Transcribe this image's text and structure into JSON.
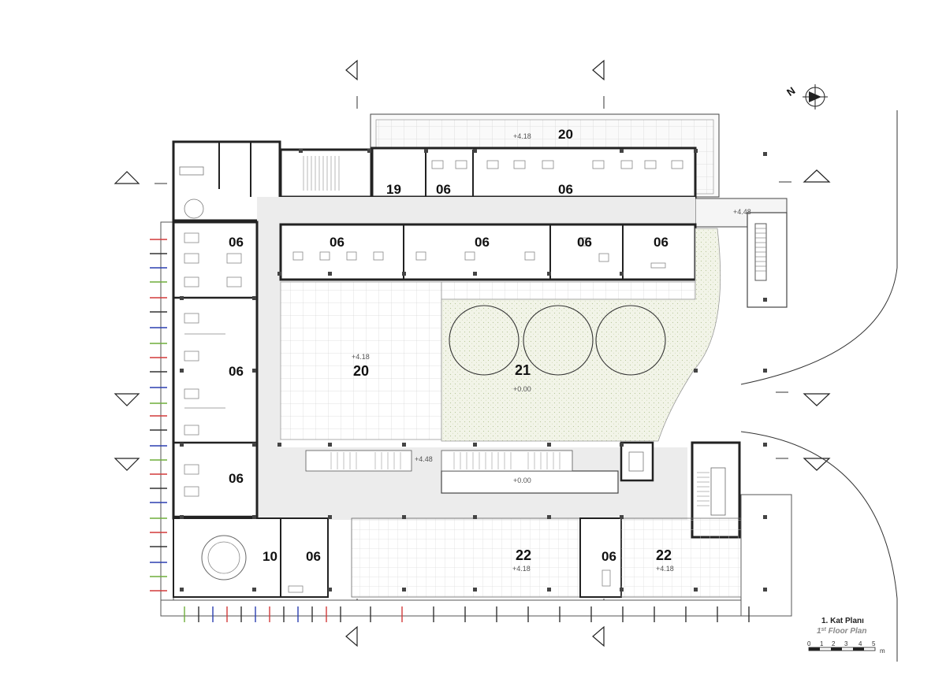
{
  "plan": {
    "title": "1. Kat Planı",
    "subtitle_sup": "st",
    "subtitle_prefix": "1",
    "subtitle_rest": " Floor Plan",
    "north_label": "N",
    "scale": {
      "ticks": [
        "0",
        "1",
        "2",
        "3",
        "4",
        "5"
      ],
      "unit": "m"
    },
    "rooms": [
      {
        "id": "terrace-north",
        "label": "20"
      },
      {
        "id": "room-19",
        "label": "19"
      },
      {
        "id": "office-north-small",
        "label": "06"
      },
      {
        "id": "office-north-large",
        "label": "06"
      },
      {
        "id": "office-row-1",
        "label": "06"
      },
      {
        "id": "office-row-2",
        "label": "06"
      },
      {
        "id": "office-row-3",
        "label": "06"
      },
      {
        "id": "office-row-4",
        "label": "06"
      },
      {
        "id": "office-west-top",
        "label": "06"
      },
      {
        "id": "office-west-mid",
        "label": "06"
      },
      {
        "id": "office-west-bottom",
        "label": "06"
      },
      {
        "id": "courtyard-terrace",
        "label": "20"
      },
      {
        "id": "garden",
        "label": "21"
      },
      {
        "id": "meeting-room",
        "label": "10"
      },
      {
        "id": "office-south-1",
        "label": "06"
      },
      {
        "id": "hall-south-1",
        "label": "22"
      },
      {
        "id": "office-south-2",
        "label": "06"
      },
      {
        "id": "hall-south-2",
        "label": "22"
      }
    ],
    "levels": {
      "terrace_north": "+4.18",
      "stair_east": "+4.48",
      "courtyard": "+4.18",
      "garden": "+0.00",
      "stair_south": "+4.48",
      "void_south": "+0.00",
      "hall_1": "+4.18",
      "hall_2": "+4.18"
    },
    "colors": {
      "wall": "#222222",
      "corridor": "#ececec",
      "grid": "#d6d6d6",
      "garden": "#eef1e2",
      "facade_red": "#d23a3a",
      "facade_blue": "#2b3fb0",
      "facade_green": "#6fae3a"
    }
  }
}
